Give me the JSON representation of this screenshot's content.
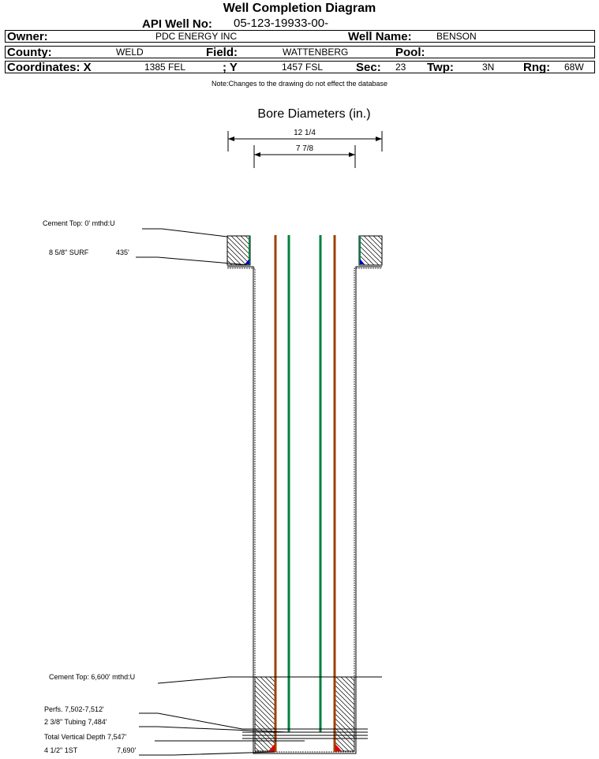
{
  "header": {
    "title": "Well Completion Diagram",
    "api_label": "API Well No:",
    "api_value": "05-123-19933-00-",
    "owner_label": "Owner:",
    "owner_value": "PDC ENERGY INC",
    "well_name_label": "Well Name:",
    "well_name_value": "BENSON",
    "county_label": "County:",
    "county_value": "WELD",
    "field_label": "Field:",
    "field_value": "WATTENBERG",
    "pool_label": "Pool:",
    "pool_value": "",
    "coord_x_label": "Coordinates: X",
    "coord_x_value": "1385 FEL",
    "coord_y_label": "; Y",
    "coord_y_value": "1457 FSL",
    "sec_label": "Sec:",
    "sec_value": "23",
    "twp_label": "Twp:",
    "twp_value": "3N",
    "rng_label": "Rng:",
    "rng_value": "68W",
    "note": "Note:Changes to the drawing do not effect the database"
  },
  "bore": {
    "title": "Bore Diameters (in.)",
    "outer": "12 1/4",
    "inner": "7 7/8"
  },
  "labels": {
    "cement_top_surface": "Cement Top: 0' mthd:U",
    "surface_casing": "8 5/8\" SURF",
    "surface_casing_depth": "435'",
    "cement_top_production": "Cement Top: 6,600' mthd:U",
    "perfs": "Perfs. 7,502-7,512'",
    "tubing": "2 3/8\" Tubing 7,484'",
    "tvd": "Total Vertical Depth 7,547'",
    "production_casing": "4 1/2\" 1ST",
    "production_casing_depth": "7,690'"
  },
  "colors": {
    "tubing": "#008040",
    "casing": "#a04000",
    "shoe": "#e00000",
    "surface_shoe": "#0000c0"
  }
}
